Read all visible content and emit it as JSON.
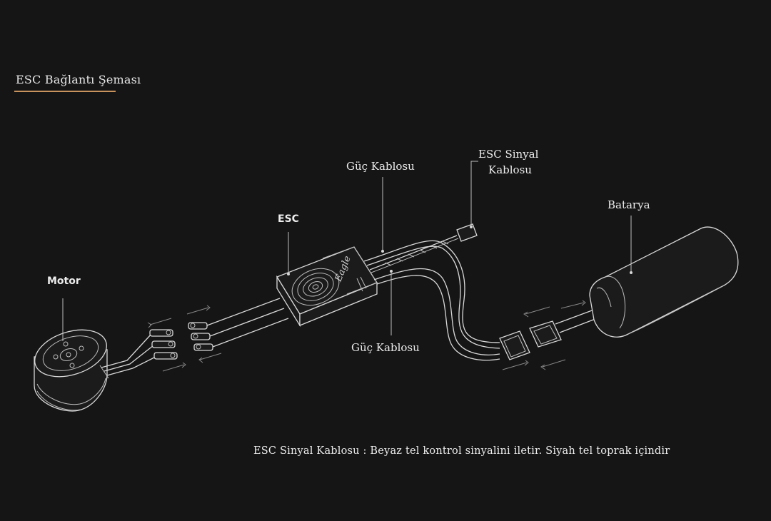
{
  "title": "ESC Bağlantı Şeması",
  "labels": {
    "motor": "Motor",
    "esc": "ESC",
    "power_cable_top": "Güç Kablosu",
    "power_cable_bottom": "Güç Kablosu",
    "esc_signal_line1": "ESC Sinyal",
    "esc_signal_line2": "Kablosu",
    "battery": "Batarya"
  },
  "esc_brand": "Eagle",
  "note": "ESC Sinyal Kablosu : Beyaz tel kontrol sinyalini iletir. Siyah tel toprak içindir",
  "colors": {
    "background": "#151515",
    "accent_underline": "#c9935e",
    "line": "#d8d8d8"
  }
}
